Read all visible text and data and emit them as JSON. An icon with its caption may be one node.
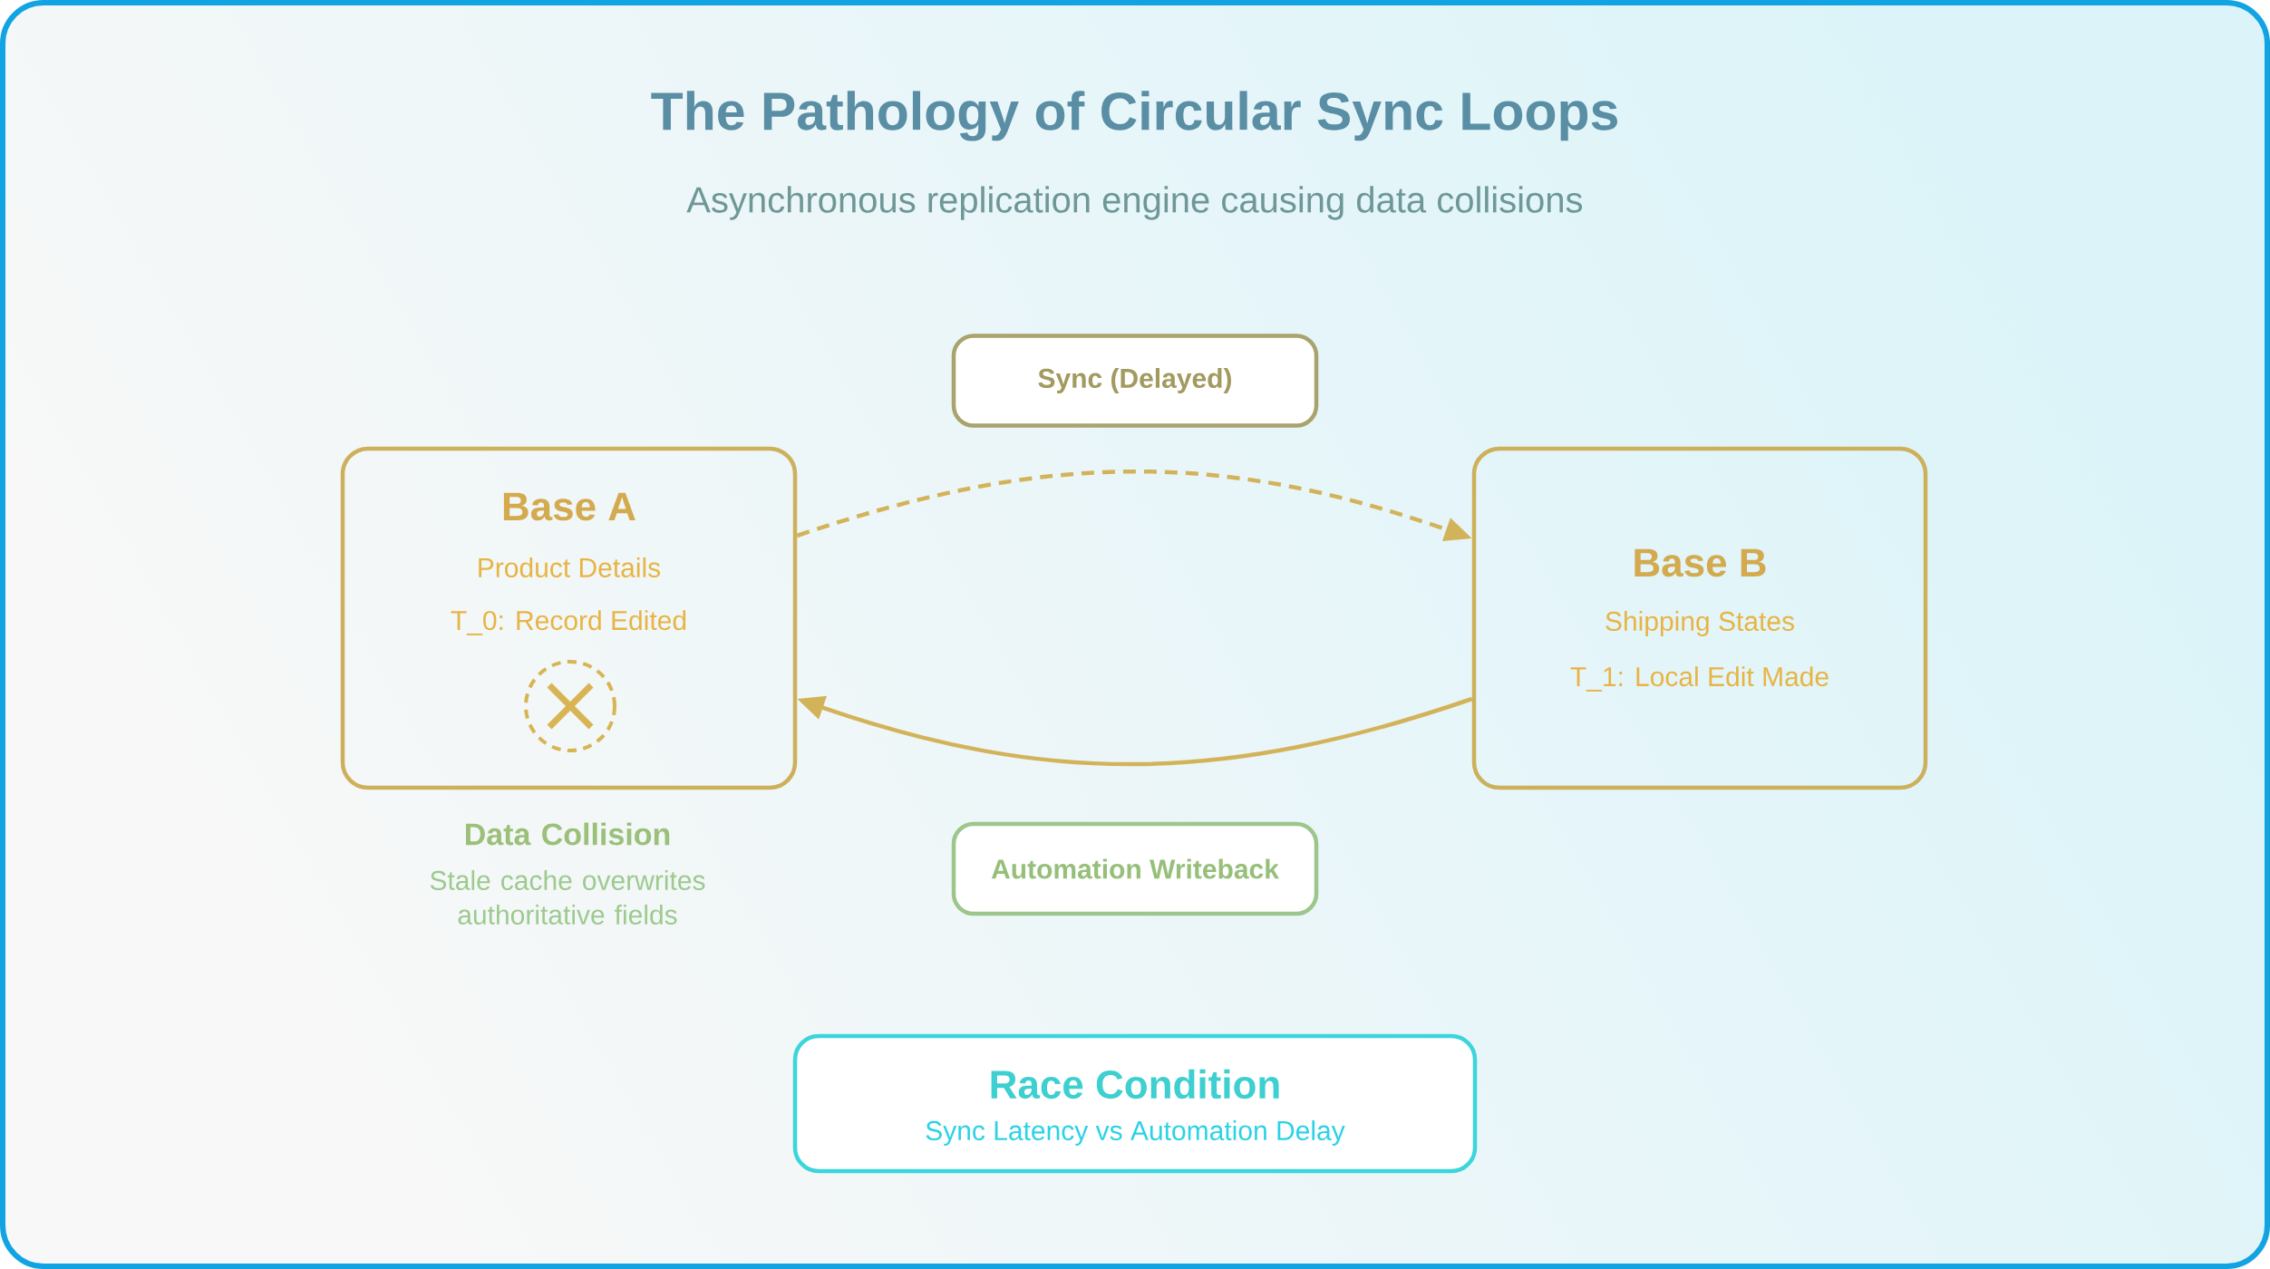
{
  "diagram": {
    "title": "The Pathology of Circular Sync Loops",
    "nodes": [
      {
        "text": [
          "Sync (Delayed)"
        ]
      },
      {
        "text": [
          "Base A",
          "Product Details",
          "T_0: Record Edited"
        ],
        "beside": [
          "Data Collision",
          "Stale cache overwrites authoritative fields"
        ]
      },
      {
        "text": [
          "Base B",
          "Shipping States",
          "T_1: Local Edit Made"
        ]
      },
      {
        "text": [
          "Automation Writeback"
        ]
      },
      {
        "text": [
          "Race Condition",
          "Sync Latency vs Automation Delay"
        ]
      }
    ],
    "edges": [
      {
        "from": 1,
        "to": 2,
        "arrow": "to",
        "style": "dashed"
      },
      {
        "from": 2,
        "to": 1,
        "arrow": "to"
      }
    ],
    "labels": [
      "Asynchronous replication engine causing data collisions"
    ]
  }
}
